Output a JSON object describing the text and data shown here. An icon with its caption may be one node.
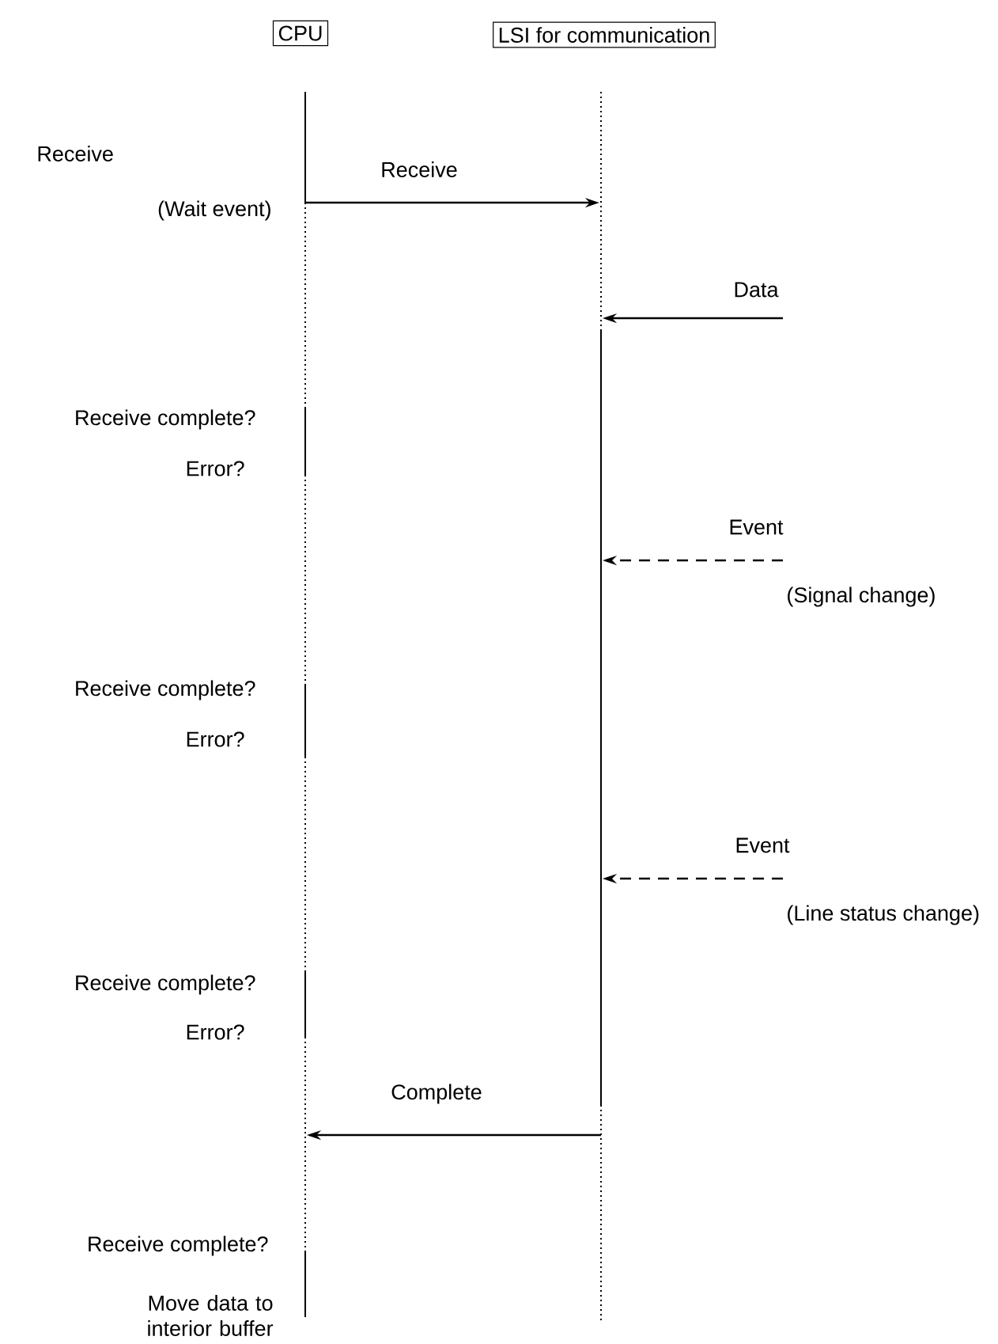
{
  "diagram": {
    "nodes": [
      {
        "text": [
          "CPU"
        ]
      },
      {
        "text": [
          "LSI for communication"
        ]
      }
    ],
    "edges": [
      {
        "from": 0,
        "to": 1,
        "arrow": "to",
        "label": "Receive"
      },
      {
        "from": null,
        "to": 1,
        "arrow": "to",
        "label": "Data"
      },
      {
        "from": null,
        "to": 1,
        "arrow": "to",
        "label": "Event",
        "style": "dashed"
      },
      {
        "from": null,
        "to": 1,
        "arrow": "to",
        "label": "Event",
        "style": "dashed"
      },
      {
        "from": 1,
        "to": 0,
        "arrow": "to",
        "label": "Complete"
      }
    ],
    "labels": [
      "Receive",
      "(Wait event)",
      "Receive complete?",
      "Error?",
      "(Signal change)",
      "Receive complete?",
      "Error?",
      "(Line status change)",
      "Receive complete?",
      "Error?",
      "Receive complete?",
      "Move data to interior buffer"
    ]
  }
}
